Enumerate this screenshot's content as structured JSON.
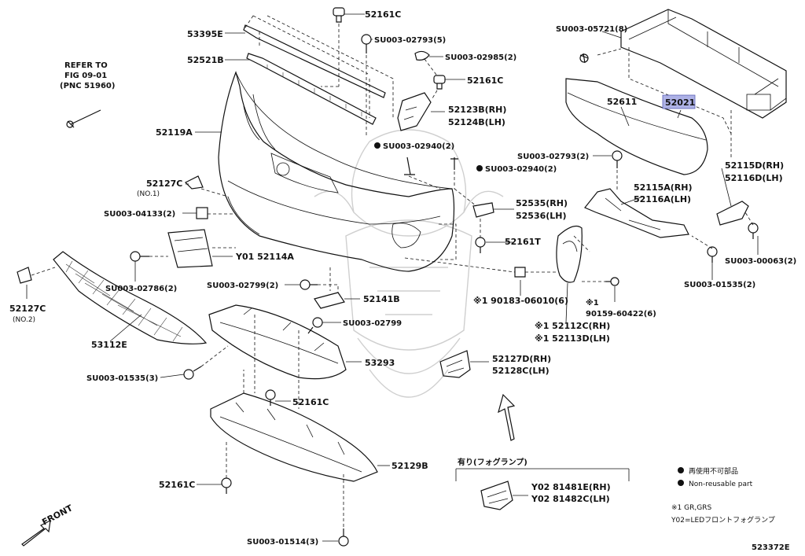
{
  "labels": {
    "l_53395E": "53395E",
    "l_52521B": "52521B",
    "l_52119A": "52119A",
    "l_52161C_top": "52161C",
    "l_SU02793_5": "SU003-02793(5)",
    "l_SU02985": "SU003-02985(2)",
    "l_52161C_mid": "52161C",
    "l_52123B": "52123B(RH)",
    "l_52124B": "52124B(LH)",
    "l_SU02940_a": "SU003-02940(2)",
    "l_SU02940_b": "SU003-02940(2)",
    "l_SU05721": "SU003-05721(8)",
    "l_52611": "52611",
    "l_52021": "52021",
    "l_SU02793_2": "SU003-02793(2)",
    "l_52115D": "52115D(RH)",
    "l_52116D": "52116D(LH)",
    "l_52115A": "52115A(RH)",
    "l_52116A": "52116A(LH)",
    "l_52535": "52535(RH)",
    "l_52536": "52536(LH)",
    "l_52161T": "52161T",
    "l_SU00063": "SU003-00063(2)",
    "l_SU01535_2": "SU003-01535(2)",
    "l_52127C_1": "52127C",
    "l_no1": "(NO.1)",
    "l_SU04133": "SU003-04133(2)",
    "l_52114A": "Y01 52114A",
    "l_SU02786": "SU003-02786(2)",
    "l_52127C_2": "52127C",
    "l_no2": "(NO.2)",
    "l_53112E": "53112E",
    "l_SU02799_2": "SU003-02799(2)",
    "l_52141B": "52141B",
    "l_SU02799": "SU003-02799",
    "l_90183": "※1 90183-06010(6)",
    "l_90159_a": "※1",
    "l_90159_b": "90159-60422(6)",
    "l_52112C": "※1 52112C(RH)",
    "l_52113D": "※1 52113D(LH)",
    "l_53293": "53293",
    "l_SU01535_3": "SU003-01535(3)",
    "l_52161C_low": "52161C",
    "l_52127D": "52127D(RH)",
    "l_52128C": "52128C(LH)",
    "l_52129B": "52129B",
    "l_52161C_bot": "52161C",
    "l_SU01514": "SU003-01514(3)",
    "l_fog": "有り(フォグランプ)",
    "l_81481E": "Y02 81481E(RH)",
    "l_81482C": "Y02 81482C(LH)",
    "l_ref1": "REFER TO",
    "l_ref2": "FIG 09-01",
    "l_ref3": "(PNC 51960)",
    "l_front": "FRONT"
  },
  "legend": {
    "jp": "再使用不可部品",
    "en": "Non-reusable part",
    "note1": "※1 GR,GRS",
    "note2": "Y02=LEDフロントフォグランプ"
  },
  "figure_id": "523372E",
  "colors": {
    "highlight_fill": "#aeb2e6",
    "line": "#111111",
    "watermark": "#cfcfcf"
  }
}
